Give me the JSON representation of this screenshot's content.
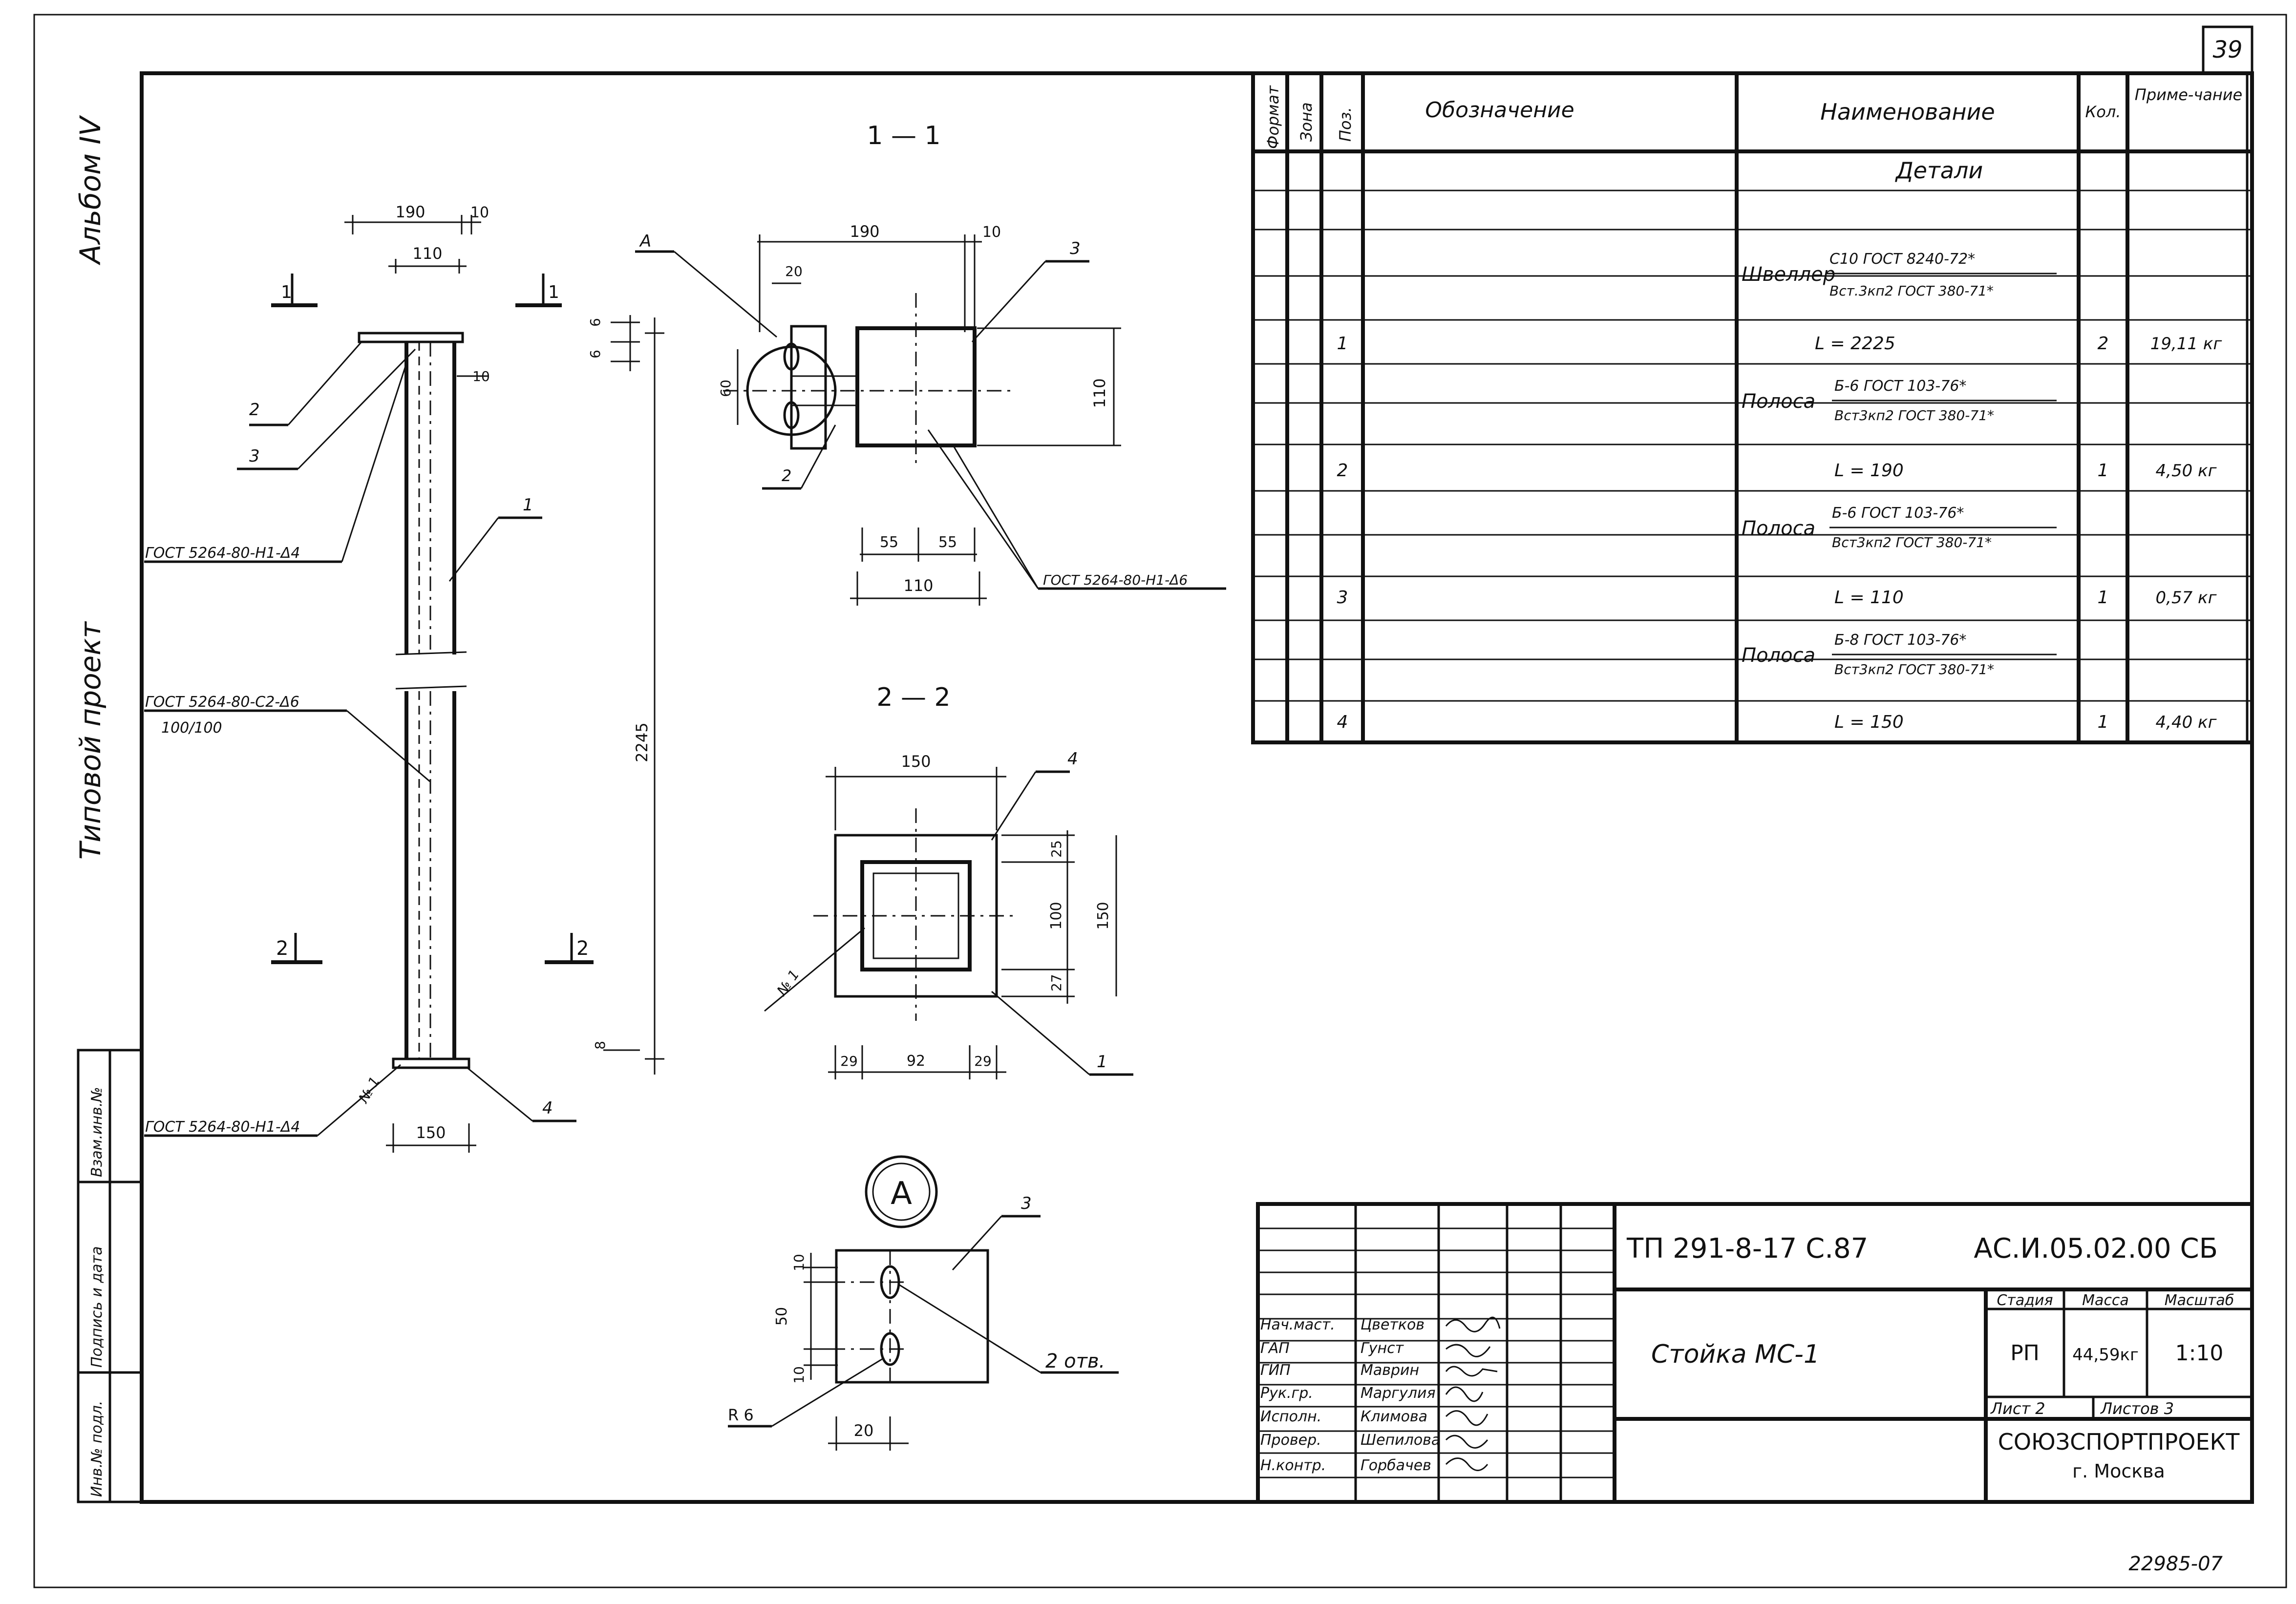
{
  "sheet": {
    "page_number": "39",
    "side_album": "Альбом IV",
    "side_project": "Типовой проект",
    "side_fields": [
      "Инв.№ подл.",
      "Подпись и дата",
      "Взам.инв.№"
    ],
    "bottom_number": "22985-07"
  },
  "drawing": {
    "section_1": "1 — 1",
    "section_2": "2 — 2",
    "view_a": "A",
    "cut_marks": [
      "1",
      "1",
      "2",
      "2"
    ],
    "dims": {
      "d190a": "190",
      "d10a": "10",
      "d110a": "110",
      "d6a": "6",
      "d6b": "6",
      "d10b": "10",
      "d2245": "2245",
      "d8": "8",
      "d150a": "150",
      "d20": "20",
      "d60": "60",
      "d190b": "190",
      "d10c": "10",
      "d110b": "110",
      "d55a": "55",
      "d55b": "55",
      "d110c": "110",
      "d150b": "150",
      "d25": "25",
      "d100": "100",
      "d150c": "150",
      "d27": "27",
      "d29a": "29",
      "d92": "92",
      "d29b": "29",
      "d10d": "10",
      "d50": "50",
      "d10e": "10",
      "d20b": "20",
      "r6": "R 6"
    },
    "callouts": {
      "c1": "1",
      "c2": "2",
      "c3": "3",
      "c4": "4",
      "c2b": "2",
      "c3b": "3",
      "cA": "А",
      "c4b": "4",
      "c1b": "1",
      "c3c": "3",
      "n1a": "№ 1",
      "n1b": "№ 1"
    },
    "weld_notes": {
      "w1": "ГОСТ 5264-80-Н1-Δ4",
      "w2": "ГОСТ 5264-80-С2-Δ6",
      "w2b": "100/100",
      "w3": "ГОСТ 5264-80-Н1-Δ4",
      "w4": "ГОСТ 5264-80-Н1-Δ6"
    },
    "holes_note": "2 отв."
  },
  "spec_table": {
    "headers": {
      "format": "Формат",
      "zone": "Зона",
      "pos": "Поз.",
      "designation": "Обозначение",
      "name": "Наименование",
      "qty": "Кол.",
      "note": "Приме-чание"
    },
    "section_title": "Детали",
    "items": [
      {
        "material": "Швеллер",
        "spec_top": "С10 ГОСТ 8240-72*",
        "spec_bot": "Вст.3кп2 ГОСТ 380-71*",
        "pos": "1",
        "length": "L = 2225",
        "qty": "2",
        "mass": "19,11 кг"
      },
      {
        "material": "Полоса",
        "spec_top": "Б-6 ГОСТ 103-76*",
        "spec_bot": "Вст3кп2 ГОСТ 380-71*",
        "pos": "2",
        "length": "L = 190",
        "qty": "1",
        "mass": "4,50 кг"
      },
      {
        "material": "Полоса",
        "spec_top": "Б-6 ГОСТ 103-76*",
        "spec_bot": "Вст3кп2 ГОСТ 380-71*",
        "pos": "3",
        "length": "L = 110",
        "qty": "1",
        "mass": "0,57 кг"
      },
      {
        "material": "Полоса",
        "spec_top": "Б-8 ГОСТ 103-76*",
        "spec_bot": "Вст3кп2 ГОСТ 380-71*",
        "pos": "4",
        "length": "L = 150",
        "qty": "1",
        "mass": "4,40 кг"
      }
    ]
  },
  "title_block": {
    "project_code": "ТП 291-8-17 С.87",
    "doc_code": "АС.И.05.02.00 СБ",
    "title": "Стойка  МС-1",
    "stage_label": "Стадия",
    "mass_label": "Масса",
    "scale_label": "Масштаб",
    "stage": "РП",
    "mass": "44,59кг",
    "scale": "1:10",
    "sheet_label": "Лист 2",
    "sheets_label": "Листов 3",
    "org": "СОЮЗСПОРТПРОЕКТ",
    "city": "г. Москва",
    "roles": [
      {
        "role": "Нач.маст.",
        "name": "Цветков"
      },
      {
        "role": "ГАП",
        "name": "Гунст"
      },
      {
        "role": "ГИП",
        "name": "Маврин"
      },
      {
        "role": "Рук.гр.",
        "name": "Маргулия"
      },
      {
        "role": "Исполн.",
        "name": "Климова"
      },
      {
        "role": "Провер.",
        "name": "Шепилова"
      },
      {
        "role": "Н.контр.",
        "name": "Горбачев"
      }
    ]
  }
}
